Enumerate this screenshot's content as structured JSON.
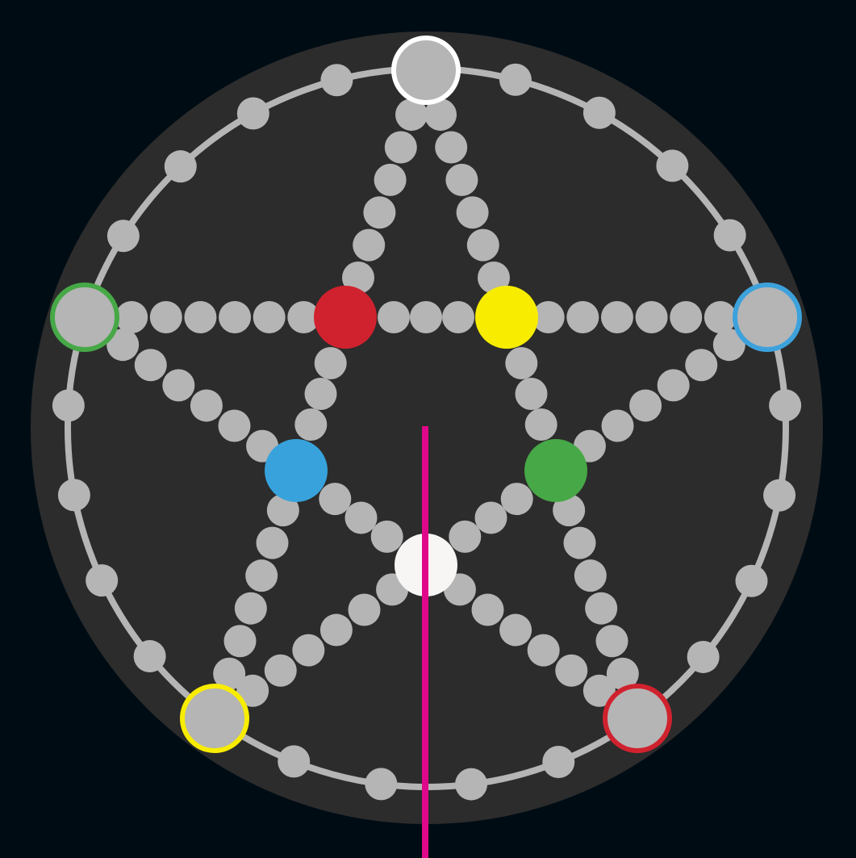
{
  "colors": {
    "page_background": "#000c14",
    "board_background": "#2c2c2c",
    "track": "#b5b5b5",
    "spot": "#b5b5b5",
    "pointer": "#e0088a"
  },
  "board": {
    "description_type": "star-pentagram board game",
    "home_spots": [
      {
        "name": "white",
        "ring_color": "#ffffff"
      },
      {
        "name": "blue",
        "ring_color": "#3da2dc"
      },
      {
        "name": "red",
        "ring_color": "#d0222e"
      },
      {
        "name": "yellow",
        "ring_color": "#f8ed00"
      },
      {
        "name": "green",
        "ring_color": "#46a846"
      }
    ],
    "inner_pieces": [
      {
        "name": "red",
        "color": "#d0222e"
      },
      {
        "name": "yellow",
        "color": "#f8ed00"
      },
      {
        "name": "green",
        "color": "#46a846"
      },
      {
        "name": "white",
        "color": "#f7f6f4"
      },
      {
        "name": "blue",
        "color": "#37a2dc"
      }
    ],
    "spots_per_star_arm_segment": 6,
    "spots_per_middle_segment": 3,
    "spots_per_circle_arc": 4
  },
  "pointer": {
    "name": "selection-line"
  }
}
